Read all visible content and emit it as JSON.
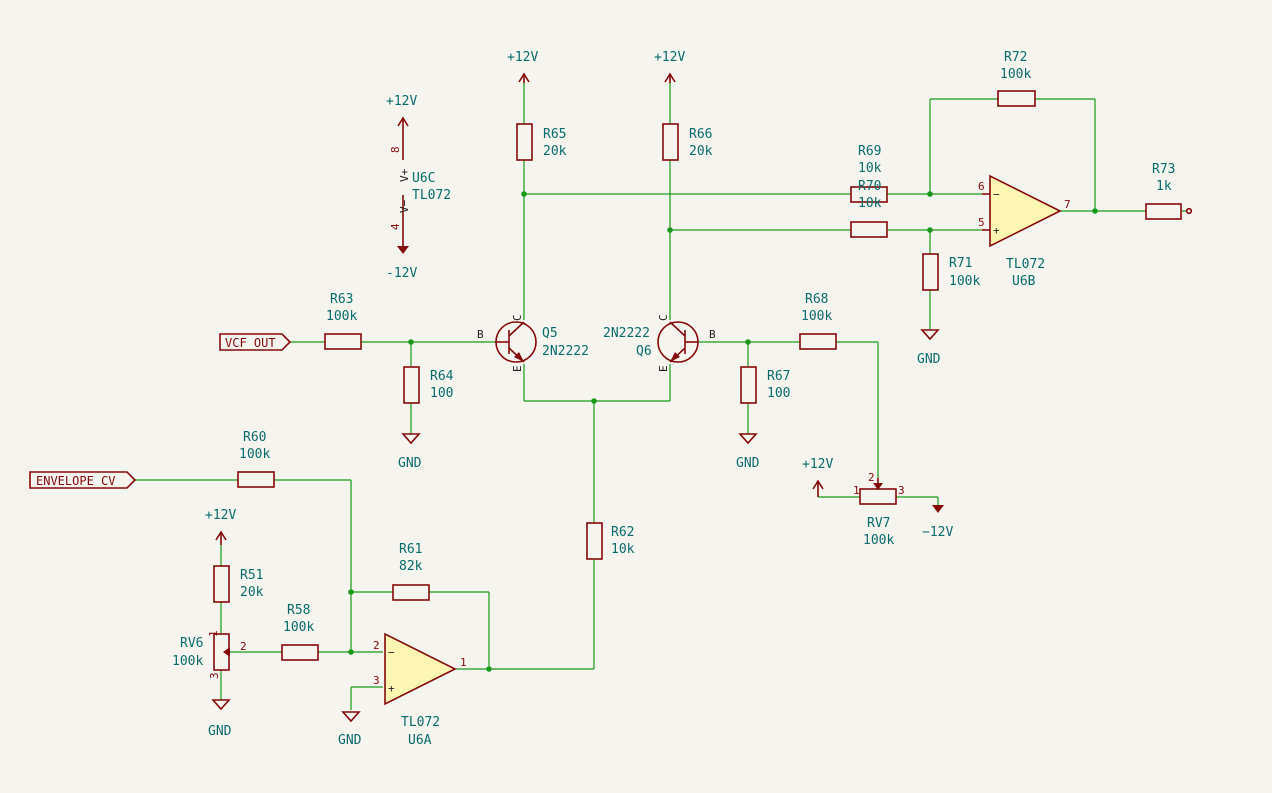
{
  "colors": {
    "wire": "#1a9a1a",
    "symbol": "#850a0a",
    "label": "#0b6b6b",
    "opamp_fill": "#fcf5b3",
    "background": "#f5f4ef"
  },
  "power": {
    "p12v": "+12V",
    "m12v": "−12V",
    "m12v_u6c": "-12V",
    "gnd": "GND"
  },
  "ports": {
    "vcf_out": "VCF_OUT",
    "envelope_cv": "ENVELOPE_CV"
  },
  "resistors": {
    "r51": {
      "ref": "R51",
      "value": "20k"
    },
    "r58": {
      "ref": "R58",
      "value": "100k"
    },
    "r60": {
      "ref": "R60",
      "value": "100k"
    },
    "r61": {
      "ref": "R61",
      "value": "82k"
    },
    "r62": {
      "ref": "R62",
      "value": "10k"
    },
    "r63": {
      "ref": "R63",
      "value": "100k"
    },
    "r64": {
      "ref": "R64",
      "value": "100"
    },
    "r65": {
      "ref": "R65",
      "value": "20k"
    },
    "r66": {
      "ref": "R66",
      "value": "20k"
    },
    "r67": {
      "ref": "R67",
      "value": "100"
    },
    "r68": {
      "ref": "R68",
      "value": "100k"
    },
    "r69": {
      "ref": "R69",
      "value": "10k"
    },
    "r70": {
      "ref": "R70",
      "value": "10k"
    },
    "r71": {
      "ref": "R71",
      "value": "100k"
    },
    "r72": {
      "ref": "R72",
      "value": "100k"
    },
    "r73": {
      "ref": "R73",
      "value": "1k"
    }
  },
  "pots": {
    "rv6": {
      "ref": "RV6",
      "value": "100k",
      "pins": [
        "1",
        "2",
        "3"
      ]
    },
    "rv7": {
      "ref": "RV7",
      "value": "100k",
      "pins": [
        "1",
        "2",
        "3"
      ]
    }
  },
  "transistors": {
    "q5": {
      "ref": "Q5",
      "part": "2N2222",
      "b": "B",
      "c": "C",
      "e": "E"
    },
    "q6": {
      "ref": "Q6",
      "part": "2N2222",
      "b": "B",
      "c": "C",
      "e": "E"
    }
  },
  "opamps": {
    "u6a": {
      "ref": "U6A",
      "part": "TL072",
      "inv_pin": "2",
      "non_pin": "3",
      "out_pin": "1",
      "minus": "−",
      "plus": "+"
    },
    "u6b": {
      "ref": "U6B",
      "part": "TL072",
      "inv_pin": "6",
      "non_pin": "5",
      "out_pin": "7",
      "minus": "−",
      "plus": "+"
    },
    "u6c": {
      "ref": "U6C",
      "part": "TL072",
      "vplus_pin": "8",
      "vminus_pin": "4",
      "vplus": "V+",
      "vminus": "V−"
    }
  }
}
